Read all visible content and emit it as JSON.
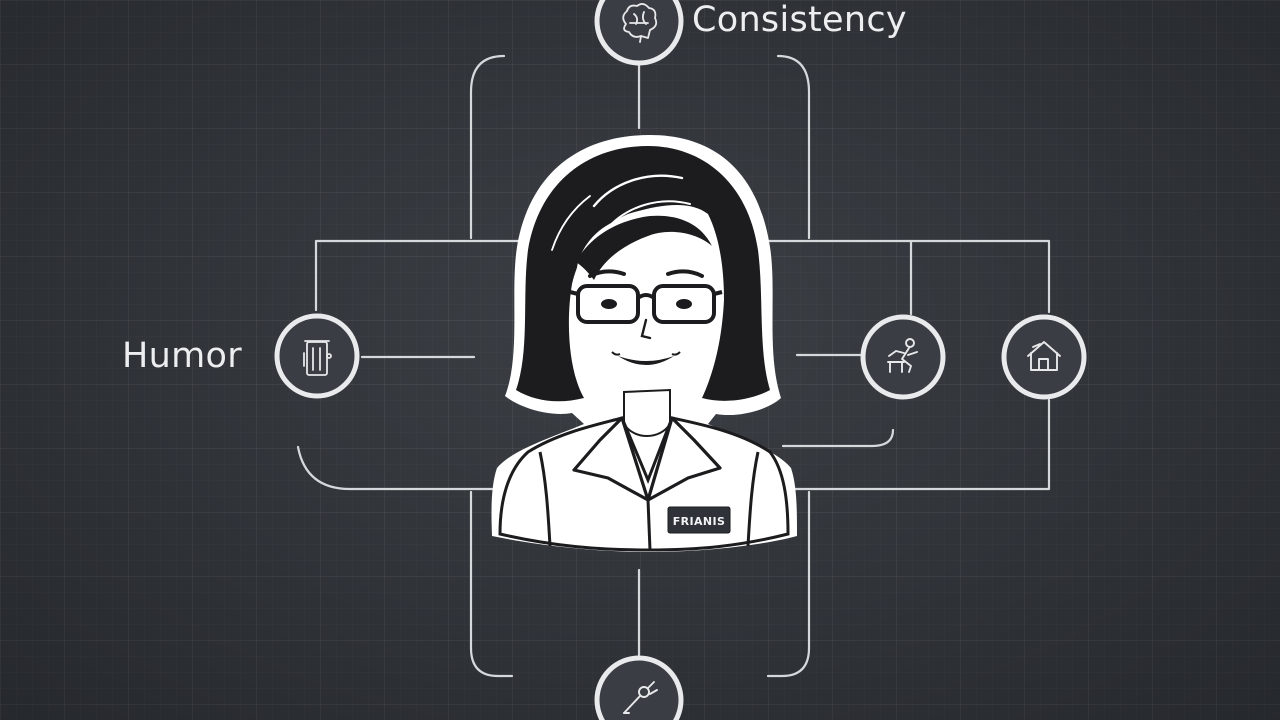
{
  "labels": {
    "consistency": "Consistency",
    "humor": "Humor"
  },
  "badge": {
    "text": "FRIANIS"
  },
  "nodes": [
    {
      "id": "consistency",
      "icon": "brain-icon"
    },
    {
      "id": "humor",
      "icon": "lab-jar-icon"
    },
    {
      "id": "right-inner",
      "icon": "person-desk-icon"
    },
    {
      "id": "right-outer",
      "icon": "house-icon"
    },
    {
      "id": "bottom",
      "icon": "tool-icon"
    }
  ],
  "colors": {
    "background": "#34383e",
    "line": "#d9dcdf",
    "node_ring": "#e8eaec",
    "node_fill": "#3a3e44",
    "hair": "#1b1b1d",
    "skin": "#ffffff",
    "badge_bg": "#2f3339"
  }
}
